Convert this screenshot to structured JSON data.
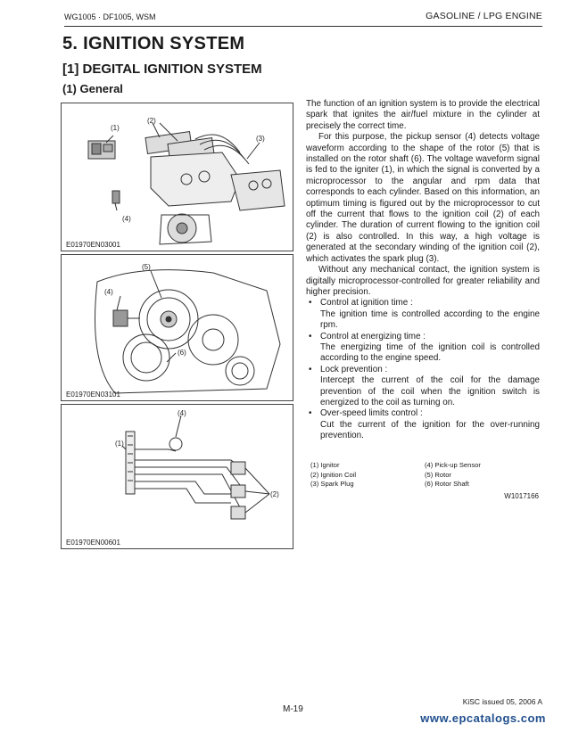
{
  "header": {
    "model": "WG1005 · DF1005, WSM",
    "section": "GASOLINE / LPG ENGINE"
  },
  "title": "5.  IGNITION SYSTEM",
  "subtitle1": "[1]  DEGITAL IGNITION SYSTEM",
  "subtitle2": "(1)  General",
  "figures": [
    {
      "caption": "E01970EN03001",
      "labels": [
        "(1)",
        "(2)",
        "(3)",
        "(4)"
      ]
    },
    {
      "caption": "E01970EN03101",
      "labels": [
        "(5)",
        "(4)",
        "(6)"
      ]
    },
    {
      "caption": "E01970EN00601",
      "labels": [
        "(4)",
        "(1)",
        "(2)"
      ]
    }
  ],
  "body": {
    "p1": "The function of an ignition system is to provide the electrical spark that ignites the air/fuel mixture in the cylinder at precisely the correct time.",
    "p2": "For this purpose, the pickup sensor (4) detects voltage waveform according to the shape of the rotor (5) that is installed on the rotor shaft (6). The voltage waveform signal is fed to the igniter (1), in which the signal is converted by a microprocessor to the angular and rpm data that corresponds to each cylinder. Based on this information, an optimum timing is figured out by the microprocessor to cut off the current that flows to the ignition coil (2) of each cylinder. The duration of current flowing to the ignition coil (2) is also controlled. In this way, a high voltage is generated at the secondary winding of the ignition coil (2), which activates the spark plug (3).",
    "p3": "Without any mechanical contact, the ignition system is digitally microprocessor-controlled for greater reliability and higher precision.",
    "bullets": [
      {
        "head": "Control at ignition time :",
        "text": "The ignition time is controlled according to the engine rpm."
      },
      {
        "head": "Control at energizing time :",
        "text": "The energizing time of the ignition coil is controlled according to the engine speed."
      },
      {
        "head": "Lock prevention :",
        "text": "Intercept the current of the coil for the damage prevention of the coil when the ignition switch is energized to the coil as turning on."
      },
      {
        "head": "Over-speed limits control :",
        "text": "Cut the current of the ignition for the over-running prevention."
      }
    ]
  },
  "legend": [
    [
      "(1)  Ignitor",
      "(4)  Pick-up Sensor"
    ],
    [
      "(2)  Ignition Coil",
      "(5)  Rotor"
    ],
    [
      "(3)  Spark Plug",
      "(6)  Rotor Shaft"
    ]
  ],
  "code": "W1017166",
  "issued": "KiSC issued 05, 2006 A",
  "page": "M-19",
  "watermark": "www.epcatalogs.com"
}
